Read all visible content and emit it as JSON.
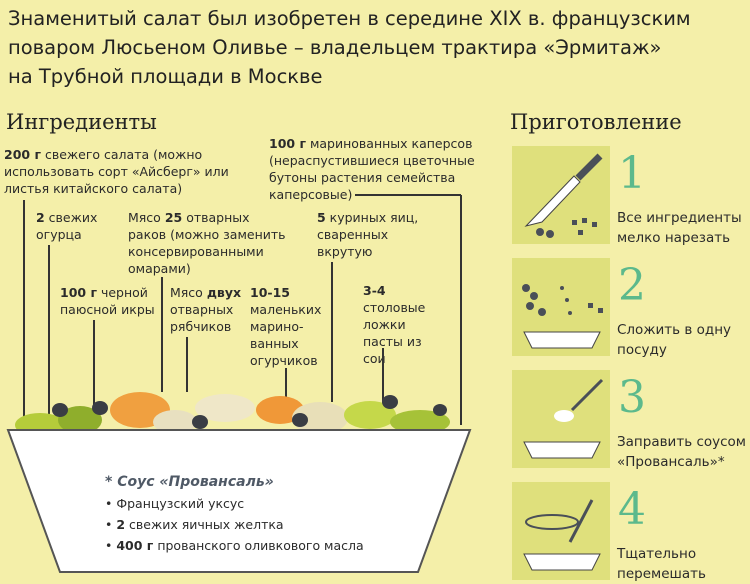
{
  "title": [
    "Знаменитый салат был изобретен в середине XIX в. французским",
    "поваром Люсьеном Оливье – владельцем трактира «Эрмитаж»",
    "на Трубной площади в Москве"
  ],
  "ingredients_heading": "Ингредиенты",
  "preparation_heading": "Приготовление",
  "ingredients": [
    {
      "bold": "200 г",
      "text": " свежего салата (можно использовать сорт «Айсберг» или листья китайского салата)"
    },
    {
      "bold": "2",
      "text": " свежих огурца"
    },
    {
      "pre": "Мясо ",
      "bold": "25",
      "text": " отварных раков (можно заменить консервированными омарами)"
    },
    {
      "bold": "5",
      "text": " куриных яиц, сваренных вкрутую"
    },
    {
      "bold": "100 г",
      "text": " маринованных каперсов (нераспустившиеся цветочные бутоны растения семейства каперсовые)"
    },
    {
      "bold": "100 г",
      "text": " черной паюсной икры"
    },
    {
      "pre": "Мясо ",
      "bold": "двух",
      "text": " отварных рябчиков"
    },
    {
      "bold": "10-15",
      "text": " маленьких марино-ванных огурчиков"
    },
    {
      "bold": "3-4",
      "text": " столовые ложки пасты из сои"
    }
  ],
  "sauce": {
    "title": "* Соус «Провансаль»",
    "items": [
      {
        "bold": "",
        "text": "Французский уксус"
      },
      {
        "bold": "2",
        "text": " свежих яичных желтка"
      },
      {
        "bold": "400 г",
        "text": " прованского оливкового масла"
      }
    ]
  },
  "steps": [
    {
      "num": "1",
      "text": "Все ингредиенты мелко нарезать",
      "icon": "knife-icon"
    },
    {
      "num": "2",
      "text": "Сложить в одну посуду",
      "icon": "bowl-icon"
    },
    {
      "num": "3",
      "text": "Заправить соусом «Провансаль»*",
      "icon": "spoon-bowl-icon"
    },
    {
      "num": "4",
      "text": "Тщательно перемешать",
      "icon": "stir-icon"
    }
  ],
  "colors": {
    "background": "#f4efa9",
    "panel": "#dfe07c",
    "number": "#5cb98c"
  }
}
